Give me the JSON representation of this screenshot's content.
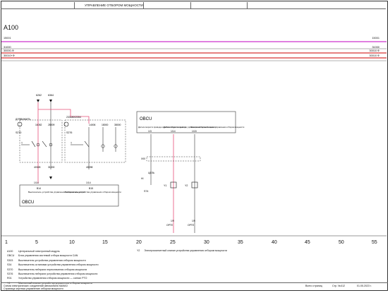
{
  "header": {
    "title": "УПРАВЛЕНИЕ ОТБОРОМ МОЩНОСТИ"
  },
  "block": {
    "title": "A100"
  },
  "rails": [
    {
      "left": "15001",
      "right": "15001"
    },
    {
      "left": "31000",
      "right": "31000"
    },
    {
      "left": "30000-Ф",
      "right": "30010 Ф"
    },
    {
      "left": "30010+Ф",
      "right": "30010 Ф"
    }
  ],
  "schematic": {
    "conn_top1": "6262",
    "conn_top2": "6364",
    "switch1_tag": "S270",
    "switch1_label": "ДЛЯВИЖИТЬ",
    "switch2_tag": "S276",
    "switch2_label": "23318002354",
    "n_16082": "16082",
    "n_28009": "28009",
    "n_14006": "14006",
    "n_18000": "18000",
    "n_38000": "38000",
    "n_40328": "40328",
    "n_31000": "31000",
    "n_40098": "40098",
    "s274_tag": "S74",
    "s274_sub": "ЦЕЛЬ",
    "pt_114_1": "1/14",
    "pt_114_2": "1/14",
    "box1_tag": "B14",
    "box1_text": "Выключатель устройства управления отбором мощности",
    "box2_tag": "B15",
    "box2_text": "Выключатель устройства управления отбором мощности",
    "ecu_left": "OBCU",
    "ecu_right": "OBCU",
    "col1_text": "Датчик скорости привода коробки отбора мощности",
    "col2_text": "Датчик скорости привода управления отбором мощности",
    "col3_text": "Электромагнитный клапан управления отбором мощности",
    "pin_1_3": "1/3",
    "pin_1_4": "1/14",
    "pin_1_15": "1/15",
    "y1": "Y1",
    "y2": "Y2",
    "x_label": "X00",
    "bottom_1": "1/9",
    "bottom_2": "1/9",
    "bottom_3": "ОРТЕ",
    "bottom_4": "ОРТЕ"
  },
  "ruler": [
    "1",
    "5",
    "10",
    "15",
    "20",
    "25",
    "30",
    "35",
    "40",
    "45",
    "50",
    "55"
  ],
  "legend": [
    {
      "code": "A100",
      "text": "Центральный электронный модуль"
    },
    {
      "code": "OBCU",
      "text": "Блок управления системой отбора мощности CAN"
    },
    {
      "code": "S303",
      "text": "Выключатель устройства управления отбором мощности"
    },
    {
      "code": "S34",
      "text": "Выключатель остановки устройства управления отбором мощности"
    },
    {
      "code": "S370",
      "text": "Выключатель нейтрали переключения отбором мощности"
    },
    {
      "code": "S376",
      "text": "Выключатель нейтрали устройства управления отбором мощности"
    },
    {
      "code": "R01",
      "text": "Устройство управления отбором мощности — сигнал PTO"
    },
    {
      "code": "Y1",
      "text": "Маслянный клапан устройства управления отбором мощности"
    }
  ],
  "legend2": {
    "code": "Y2",
    "text": "Электромагнитный клапан устройства управления отбором мощности"
  },
  "footer": {
    "doc": "Схема электрических соединений автомобиля КАМАЗ",
    "sub": "Страница чертежа управление отбором мощности",
    "page": "Всего страниц",
    "sheet": "Стр. №412",
    "date": "01.05.2023 г."
  },
  "colors": {
    "rail_magenta": "#c000c0",
    "rail_red": "#cc0000",
    "wire_pink": "#e8507a"
  }
}
